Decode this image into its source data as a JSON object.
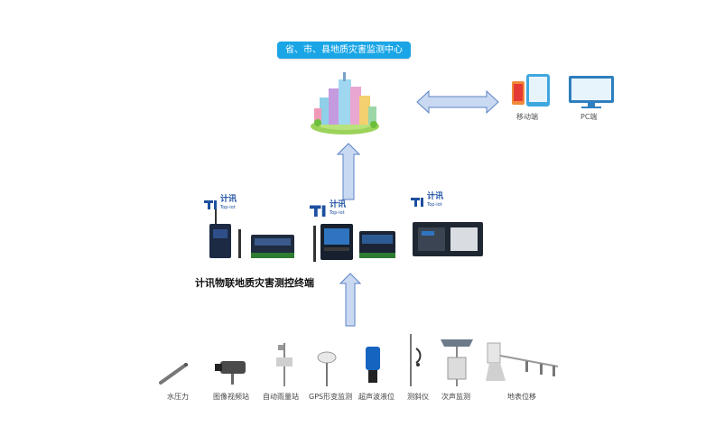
{
  "center": {
    "title": "省、市、县地质灾害监测中心"
  },
  "clients": {
    "mobile_label": "移动端",
    "pc_label": "PC端"
  },
  "terminal": {
    "label": "计讯物联地质灾害测控终端"
  },
  "brand": {
    "name": "计讯",
    "sub": "Top-iot"
  },
  "sensors": [
    {
      "label": "水压力"
    },
    {
      "label": "图像视频站"
    },
    {
      "label": "自动雨量站"
    },
    {
      "label": "GPS形变监测"
    },
    {
      "label": "超声波液位"
    },
    {
      "label": "测斜仪"
    },
    {
      "label": "次声监测"
    },
    {
      "label": "地表位移"
    }
  ],
  "colors": {
    "banner": "#1aa6e6",
    "arrow_fill": "#c9d9f2",
    "arrow_stroke": "#5b82c4",
    "brand": "#1c4fa0"
  }
}
